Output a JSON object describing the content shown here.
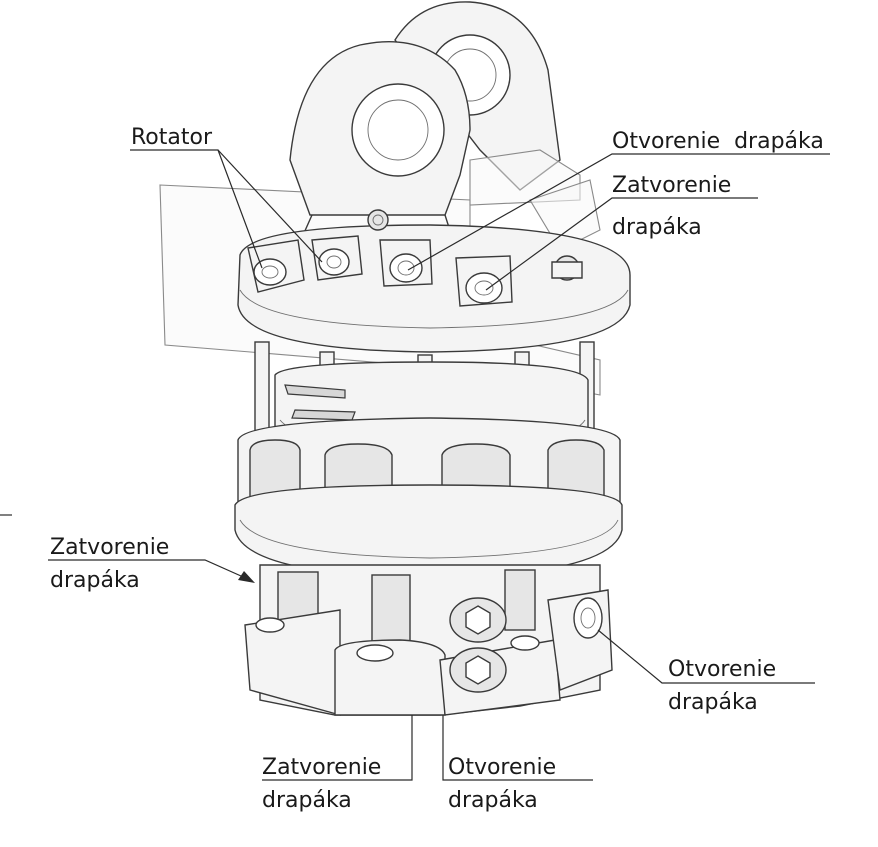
{
  "labels": {
    "rotator": "Rotator",
    "top_open": "Otvorenie  drapáka",
    "top_close_line1": "Zatvorenie",
    "top_close_line2": "drapáka",
    "left_close_line1": "Zatvorenie",
    "left_close_line2": "drapáka",
    "right_open_line1": "Otvorenie",
    "right_open_line2": "drapáka",
    "bottom_close_line1": "Zatvorenie",
    "bottom_close_line2": "drapáka",
    "bottom_open_line1": "Otvorenie",
    "bottom_open_line2": "drapáka"
  }
}
